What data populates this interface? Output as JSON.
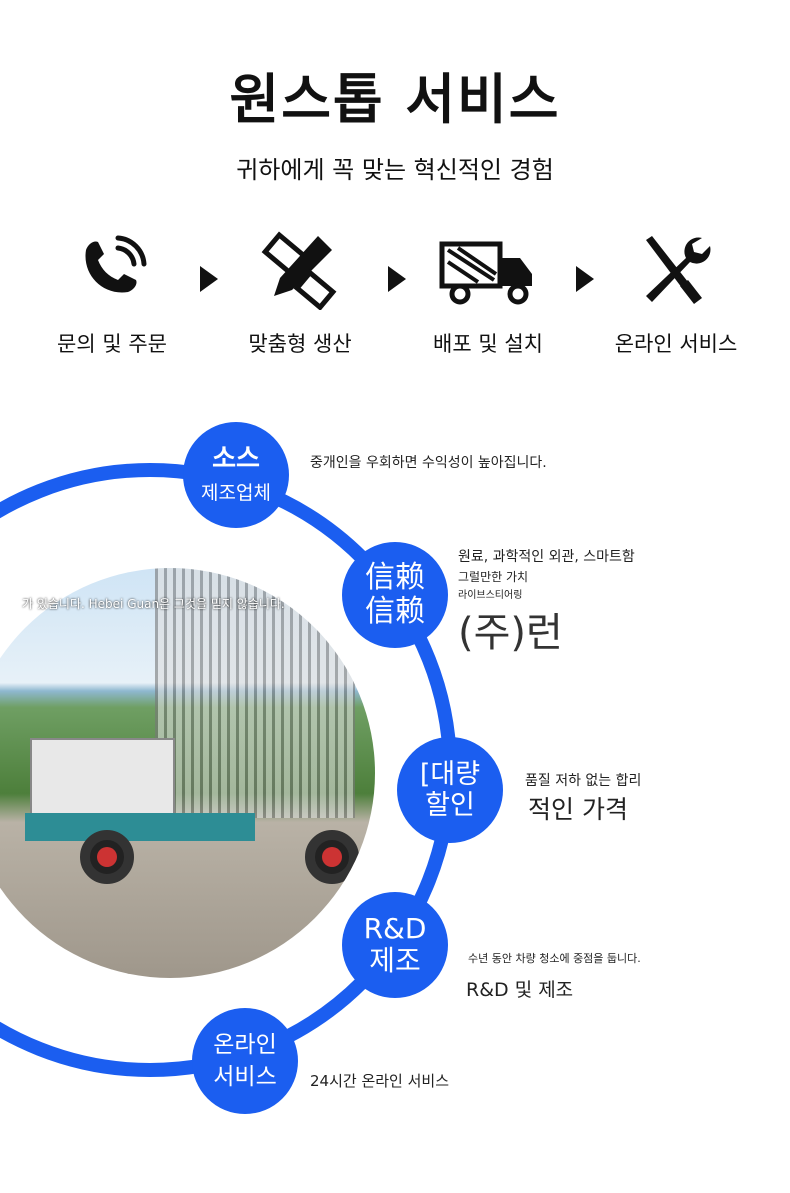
{
  "header": {
    "title": "원스톱 서비스",
    "subtitle": "귀하에게 꼭 맞는 혁신적인 경험"
  },
  "steps": [
    {
      "label": "문의 및 주문",
      "icon": "phone-icon"
    },
    {
      "label": "맞춤형 생산",
      "icon": "pencil-ruler-icon"
    },
    {
      "label": "배포 및 설치",
      "icon": "truck-icon"
    },
    {
      "label": "온라인 서비스",
      "icon": "tools-icon"
    }
  ],
  "nodes": [
    {
      "line1": "소스",
      "line2": "제조업체",
      "desc": "중개인을 우회하면 수익성이 높아집니다."
    },
    {
      "line1": "信赖",
      "line2": "信赖",
      "desc": "원료, 과학적인 외관, 스마트함",
      "overlay1": "그럴만한 가치",
      "overlay2": "가 있습니다. Hebei Guan은 그것을 믿지 않습니다.",
      "overlay3": "라이브스티어링",
      "overlay4": "(주)런"
    },
    {
      "line1": "[대량",
      "line2": "할인",
      "desc": "품질 저하 없는 합리",
      "desc2": "적인 가격"
    },
    {
      "line1": "R&D",
      "line2": "제조",
      "desc": "수년 동안 차량 청소에 중점을 둡니다.",
      "desc2": "R&D 및 제조"
    },
    {
      "line1": "온라인",
      "line2": "서비스",
      "desc": "24시간 온라인 서비스"
    }
  ],
  "colors": {
    "accent": "#1b5ef0"
  }
}
